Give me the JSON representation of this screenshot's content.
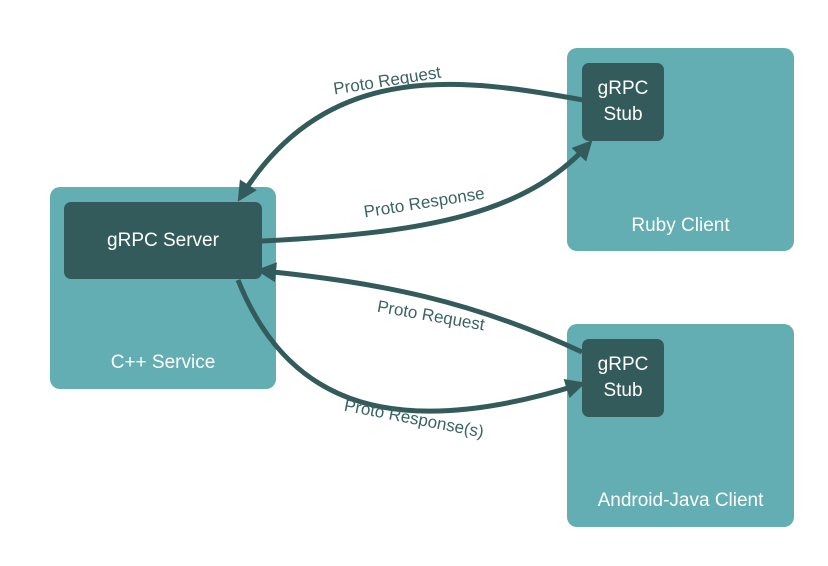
{
  "colors": {
    "outer_box": "#62aeb2",
    "inner_box": "#345b5b",
    "arrow": "#345b5b",
    "label_text": "#3a6363",
    "box_text": "#ffffff"
  },
  "service": {
    "label": "C++ Service",
    "inner_label": "gRPC Server"
  },
  "ruby_client": {
    "label": "Ruby Client",
    "stub_line1": "gRPC",
    "stub_line2": "Stub"
  },
  "android_client": {
    "label": "Android-Java Client",
    "stub_line1": "gRPC",
    "stub_line2": "Stub"
  },
  "arrows": {
    "ruby_request": "Proto Request",
    "ruby_response": "Proto Response",
    "android_request": "Proto Request",
    "android_response": "Proto Response(s)"
  }
}
